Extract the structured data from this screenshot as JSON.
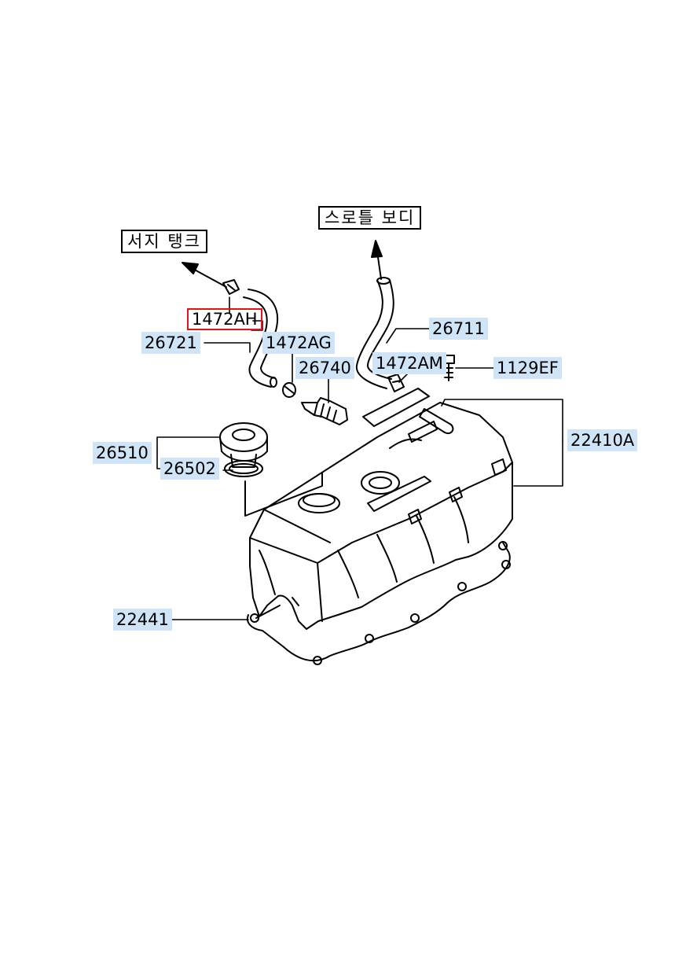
{
  "destinations": {
    "surge_tank": "서지 탱크",
    "throttle_body": "스로틀 보디"
  },
  "parts": {
    "p1472AH": "1472AH",
    "p26721": "26721",
    "p1472AG": "1472AG",
    "p26740": "26740",
    "p26711": "26711",
    "p1472AM": "1472AM",
    "p1129EF": "1129EF",
    "p22410A": "22410A",
    "p26510": "26510",
    "p26502": "26502",
    "p22441": "22441"
  },
  "selected_part": "1472AH",
  "colors": {
    "highlight": "#cfe4f7",
    "selection": "#e0141e",
    "line": "#000000"
  }
}
